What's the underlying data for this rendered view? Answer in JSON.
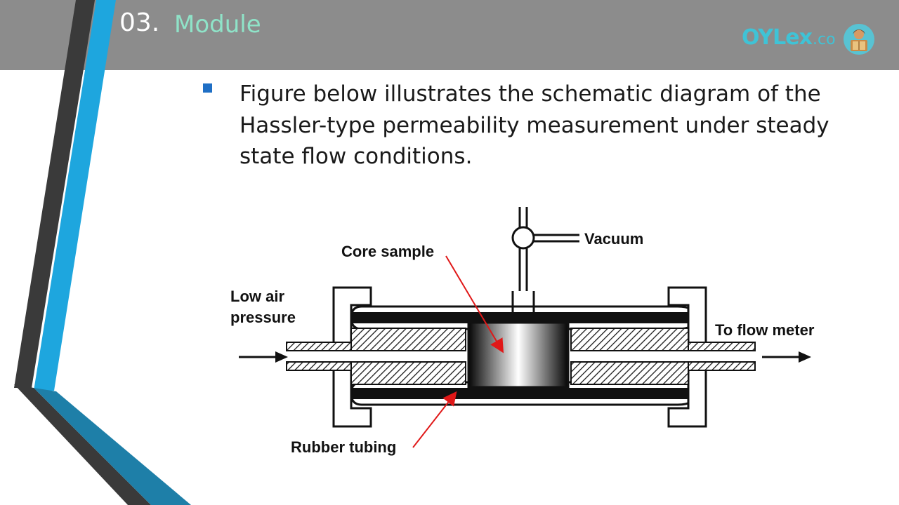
{
  "header": {
    "number": "03.",
    "title": "Module"
  },
  "logo": {
    "brand": "OYLex",
    "suffix": ".co"
  },
  "content": {
    "bullet_text": "Figure below illustrates the schematic diagram of the Hassler-type permeability measurement under steady state flow conditions."
  },
  "diagram": {
    "labels": {
      "vacuum": "Vacuum",
      "core_sample": "Core sample",
      "low_air_line1": "Low air",
      "low_air_line2": "pressure",
      "to_flow_meter": "To flow meter",
      "rubber_tubing": "Rubber tubing"
    }
  },
  "colors": {
    "topbar": "#8c8c8c",
    "accent_blue": "#1ea6de",
    "accent_dark": "#3a3a3a",
    "title_green": "#8fe3c8",
    "logo": "#3fc3d6",
    "bullet": "#1f6fc5",
    "annotation_arrow": "#e01818"
  }
}
